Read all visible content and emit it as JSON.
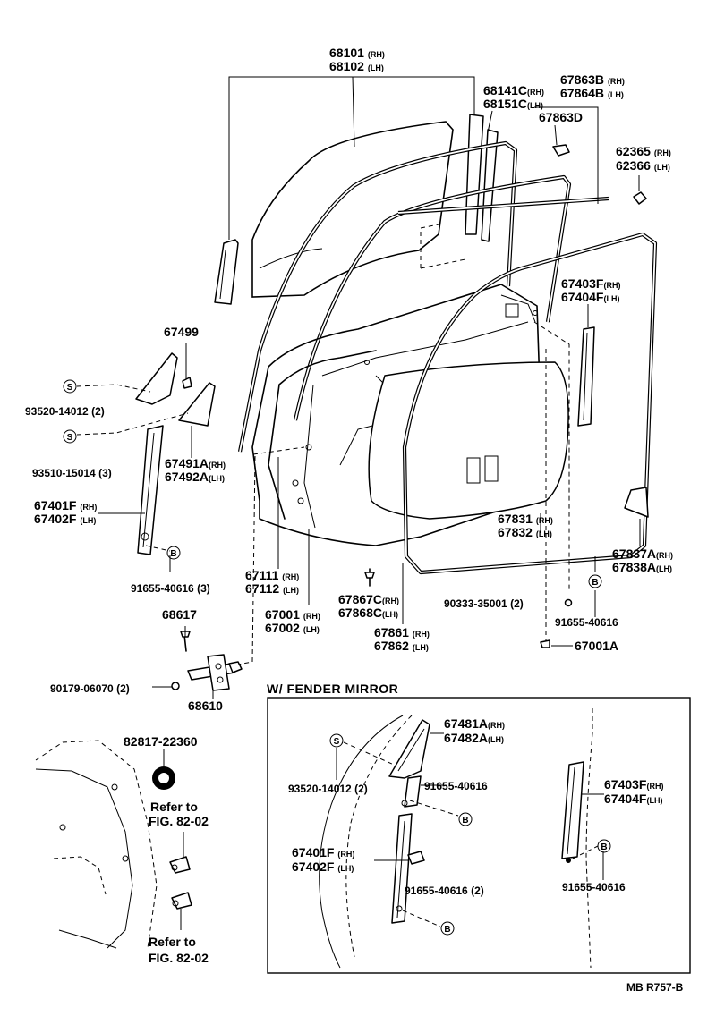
{
  "diagram_code": "MB R757-B",
  "inset_title": "W/ FENDER MIRROR",
  "badges": {
    "screw": "S",
    "bolt": "B"
  },
  "labels": {
    "glass_rh": "68101",
    "glass_rh_sfx": "(RH)",
    "glass_lh": "68102",
    "glass_lh_sfx": "(LH)",
    "run_rh": "68141C",
    "run_rh_sfx": "(RH)",
    "run_lh": "68151C",
    "run_lh_sfx": "(LH)",
    "wstrip_b_rh": "67863B",
    "wstrip_b_rh_sfx": "(RH)",
    "wstrip_b_lh": "67864B",
    "wstrip_b_lh_sfx": "(LH)",
    "wstrip_d": "67863D",
    "clip_rh": "62365",
    "clip_rh_sfx": "(RH)",
    "clip_lh": "62366",
    "clip_lh_sfx": "(LH)",
    "channel_rear_rh": "67403F",
    "channel_rear_rh_sfx": "(RH)",
    "channel_rear_lh": "67404F",
    "channel_rear_lh_sfx": "(LH)",
    "clip_67499": "67499",
    "screw_93520": "93520-14012 (2)",
    "screw_93510": "93510-15014 (3)",
    "cover_rh": "67491A",
    "cover_rh_sfx": "(RH)",
    "cover_lh": "67492A",
    "cover_lh_sfx": "(LH)",
    "channel_front_rh": "67401F",
    "channel_front_rh_sfx": "(RH)",
    "channel_front_lh": "67402F",
    "channel_front_lh_sfx": "(LH)",
    "bolt_91655_3": "91655-40616 (3)",
    "panel_rh": "67111",
    "panel_rh_sfx": "(RH)",
    "panel_lh": "67112",
    "panel_lh_sfx": "(LH)",
    "door_rh": "67001",
    "door_rh_sfx": "(RH)",
    "door_lh": "67002",
    "door_lh_sfx": "(LH)",
    "wstrip_c_rh": "67867C",
    "wstrip_c_rh_sfx": "(RH)",
    "wstrip_c_lh": "67868C",
    "wstrip_c_lh_sfx": "(LH)",
    "seal_rh": "67861",
    "seal_rh_sfx": "(RH)",
    "seal_lh": "67862",
    "seal_lh_sfx": "(LH)",
    "hole_cover_rh": "67831",
    "hole_cover_rh_sfx": "(RH)",
    "hole_cover_lh": "67832",
    "hole_cover_lh_sfx": "(LH)",
    "pad_rh": "67837A",
    "pad_rh_sfx": "(RH)",
    "pad_lh": "67838A",
    "pad_lh_sfx": "(LH)",
    "plug_90333": "90333-35001 (2)",
    "bolt_91655_single": "91655-40616",
    "plug_67001a": "67001A",
    "pin_68617": "68617",
    "bolt_90179": "90179-06070 (2)",
    "hinge_68610": "68610",
    "cap_82817": "82817-22360",
    "refer_to": "Refer to",
    "fig_ref": "FIG. 82-02",
    "inset_cover_rh": "67481A",
    "inset_cover_rh_sfx": "(RH)",
    "inset_cover_lh": "67482A",
    "inset_cover_lh_sfx": "(LH)",
    "inset_screw_93520": "93520-14012 (2)",
    "inset_bolt_91655_a": "91655-40616",
    "inset_channel_rear_rh": "67403F",
    "inset_channel_rear_rh_sfx": "(RH)",
    "inset_channel_rear_lh": "67404F",
    "inset_channel_rear_lh_sfx": "(LH)",
    "inset_channel_front_rh": "67401F",
    "inset_channel_front_rh_sfx": "(RH)",
    "inset_channel_front_lh": "67402F",
    "inset_channel_front_lh_sfx": "(LH)",
    "inset_bolt_91655_2": "91655-40616 (2)",
    "inset_bolt_91655_b": "91655-40616"
  }
}
